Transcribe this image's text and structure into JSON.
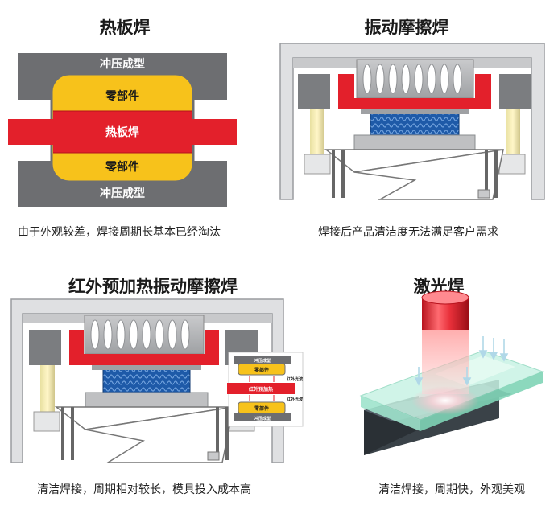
{
  "panels": {
    "hot_plate": {
      "title": "热板焊",
      "top_mold": "冲压成型",
      "top_part": "零部件",
      "hot_plate": "热板焊",
      "bottom_part": "零部件",
      "bottom_mold": "冲压成型",
      "caption": "由于外观较差，焊接周期长基本已经淘汰"
    },
    "vibration": {
      "title": "振动摩擦焊",
      "caption": "焊接后产品清洁度无法满足客户需求"
    },
    "infrared_vibration": {
      "title": "红外预加热振动摩擦焊",
      "inset_top_mold": "冲压成型",
      "inset_top_part": "零部件",
      "inset_ir_label_1": "红外光波",
      "inset_heater": "红外预加热",
      "inset_ir_label_2": "红外光波",
      "inset_bottom_part": "零部件",
      "inset_bottom_mold": "冲压成型",
      "caption": "清洁焊接，周期相对较长，模具投入成本高"
    },
    "laser": {
      "title": "激光焊",
      "caption": "清洁焊接，周期快，外观美观"
    }
  },
  "colors": {
    "mold_gray": "#6d6e71",
    "part_yellow": "#f7c21b",
    "hot_red": "#e3202b",
    "frame_gray": "#d4d5d7",
    "spring_blue": "#1e5aa8",
    "glass_green": "#b8f0dc",
    "laser_red": "#e8303a"
  }
}
